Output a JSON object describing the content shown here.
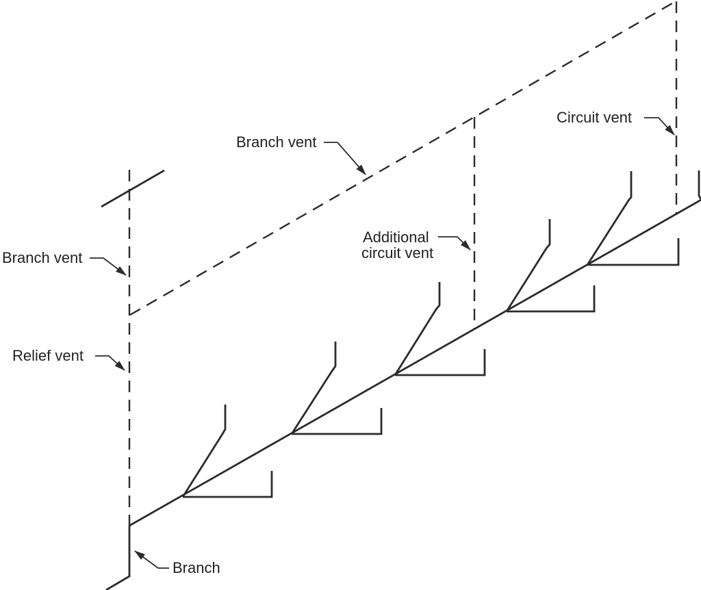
{
  "figure": {
    "type": "plumbing-isometric-vent-diagram",
    "background_color": "#ffffff",
    "line_color": "#2b2b2b",
    "text_color": "#231f20",
    "labels": {
      "branch_vent_top": "Branch vent",
      "circuit_vent": "Circuit vent",
      "branch_vent_left": "Branch vent",
      "relief_vent": "Relief vent",
      "additional_circuit_vent_line1": "Additional",
      "additional_circuit_vent_line2": "circuit vent",
      "branch": "Branch"
    },
    "fixture_count": 5
  }
}
